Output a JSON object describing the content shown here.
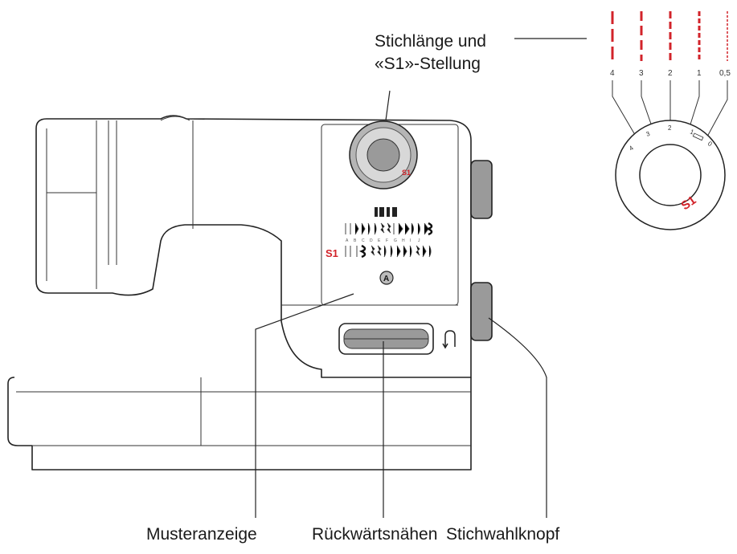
{
  "labels": {
    "stitch_length_line1": "Stichlänge und",
    "stitch_length_line2": "«S1»-Stellung",
    "pattern_display": "Musteranzeige",
    "reverse_sewing": "Rückwärtsnähen",
    "stitch_selector": "Stichwahlknopf"
  },
  "stitch_length_scale": [
    "4",
    "3",
    "2",
    "1",
    "0,5"
  ],
  "dial_numbers": [
    "4",
    "3",
    "2",
    "1",
    "0"
  ],
  "dial_mark": "S1",
  "panel_s1": "S1",
  "panel_a": "A",
  "colors": {
    "accent_red": "#d2232a",
    "outline": "#222222"
  }
}
